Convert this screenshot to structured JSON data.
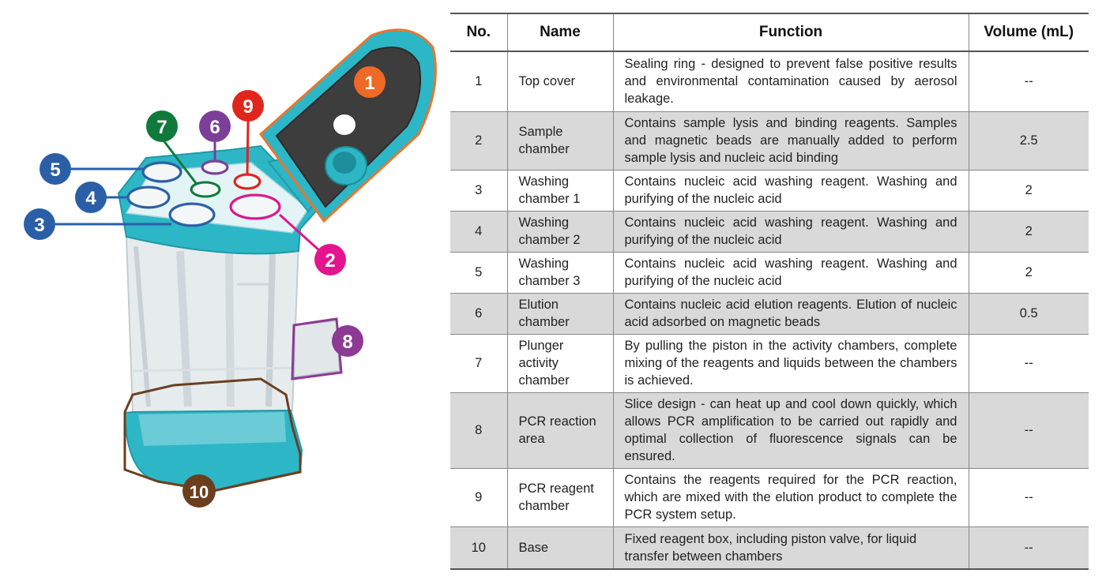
{
  "diagram": {
    "badges": [
      {
        "id": 1,
        "label": "1",
        "color": "#ee6a26"
      },
      {
        "id": 2,
        "label": "2",
        "color": "#e5138e"
      },
      {
        "id": 3,
        "label": "3",
        "color": "#2a5fa8"
      },
      {
        "id": 4,
        "label": "4",
        "color": "#2a5fa8"
      },
      {
        "id": 5,
        "label": "5",
        "color": "#2a5fa8"
      },
      {
        "id": 6,
        "label": "6",
        "color": "#7b3f99"
      },
      {
        "id": 7,
        "label": "7",
        "color": "#0f7a3c"
      },
      {
        "id": 8,
        "label": "8",
        "color": "#8c3a94"
      },
      {
        "id": 9,
        "label": "9",
        "color": "#e1251b"
      },
      {
        "id": 10,
        "label": "10",
        "color": "#6b3f1e"
      }
    ],
    "colors": {
      "body_teal": "#2db6c6",
      "lid_dark": "#3d3d3d",
      "lid_rim": "#e8762d",
      "container": "#e9edf0"
    }
  },
  "table": {
    "headers": {
      "no": "No.",
      "name": "Name",
      "function": "Function",
      "volume": "Volume (mL)"
    },
    "rows": [
      {
        "no": "1",
        "name": "Top cover",
        "function": "Sealing ring - designed to prevent false positive results and environmental contamination caused by aerosol leakage.",
        "volume": "--"
      },
      {
        "no": "2",
        "name": "Sample chamber",
        "function": "Contains sample lysis and binding reagents. Samples and magnetic beads are manually added to perform sample lysis and nucleic acid binding",
        "volume": "2.5"
      },
      {
        "no": "3",
        "name": "Washing chamber 1",
        "function": "Contains nucleic acid washing reagent. Washing and purifying of the nucleic acid",
        "volume": "2"
      },
      {
        "no": "4",
        "name": "Washing chamber 2",
        "function": "Contains nucleic acid washing reagent. Washing and purifying of the nucleic acid",
        "volume": "2"
      },
      {
        "no": "5",
        "name": "Washing chamber 3",
        "function": "Contains nucleic acid washing reagent. Washing and purifying of the nucleic acid",
        "volume": "2"
      },
      {
        "no": "6",
        "name": "Elution chamber",
        "function": "Contains nucleic acid elution reagents. Elution of nucleic acid adsorbed on magnetic beads",
        "volume": "0.5"
      },
      {
        "no": "7",
        "name": "Plunger activity chamber",
        "function": "By pulling the piston in the activity chambers, complete mixing of the reagents and liquids between the chambers is achieved.",
        "volume": "--"
      },
      {
        "no": "8",
        "name": "PCR reaction area",
        "function": "Slice design - can heat up and cool down quickly, which allows PCR amplification to be carried out rapidly and optimal collection of fluorescence signals can be ensured.",
        "volume": "--"
      },
      {
        "no": "9",
        "name": "PCR reagent chamber",
        "function": "Contains the reagents required for the PCR reaction, which are mixed with the elution product to complete the PCR system setup.",
        "volume": "--"
      },
      {
        "no": "10",
        "name": "Base",
        "function": "Fixed reagent box, including piston valve, for liquid transfer between chambers",
        "volume": "--"
      }
    ]
  }
}
